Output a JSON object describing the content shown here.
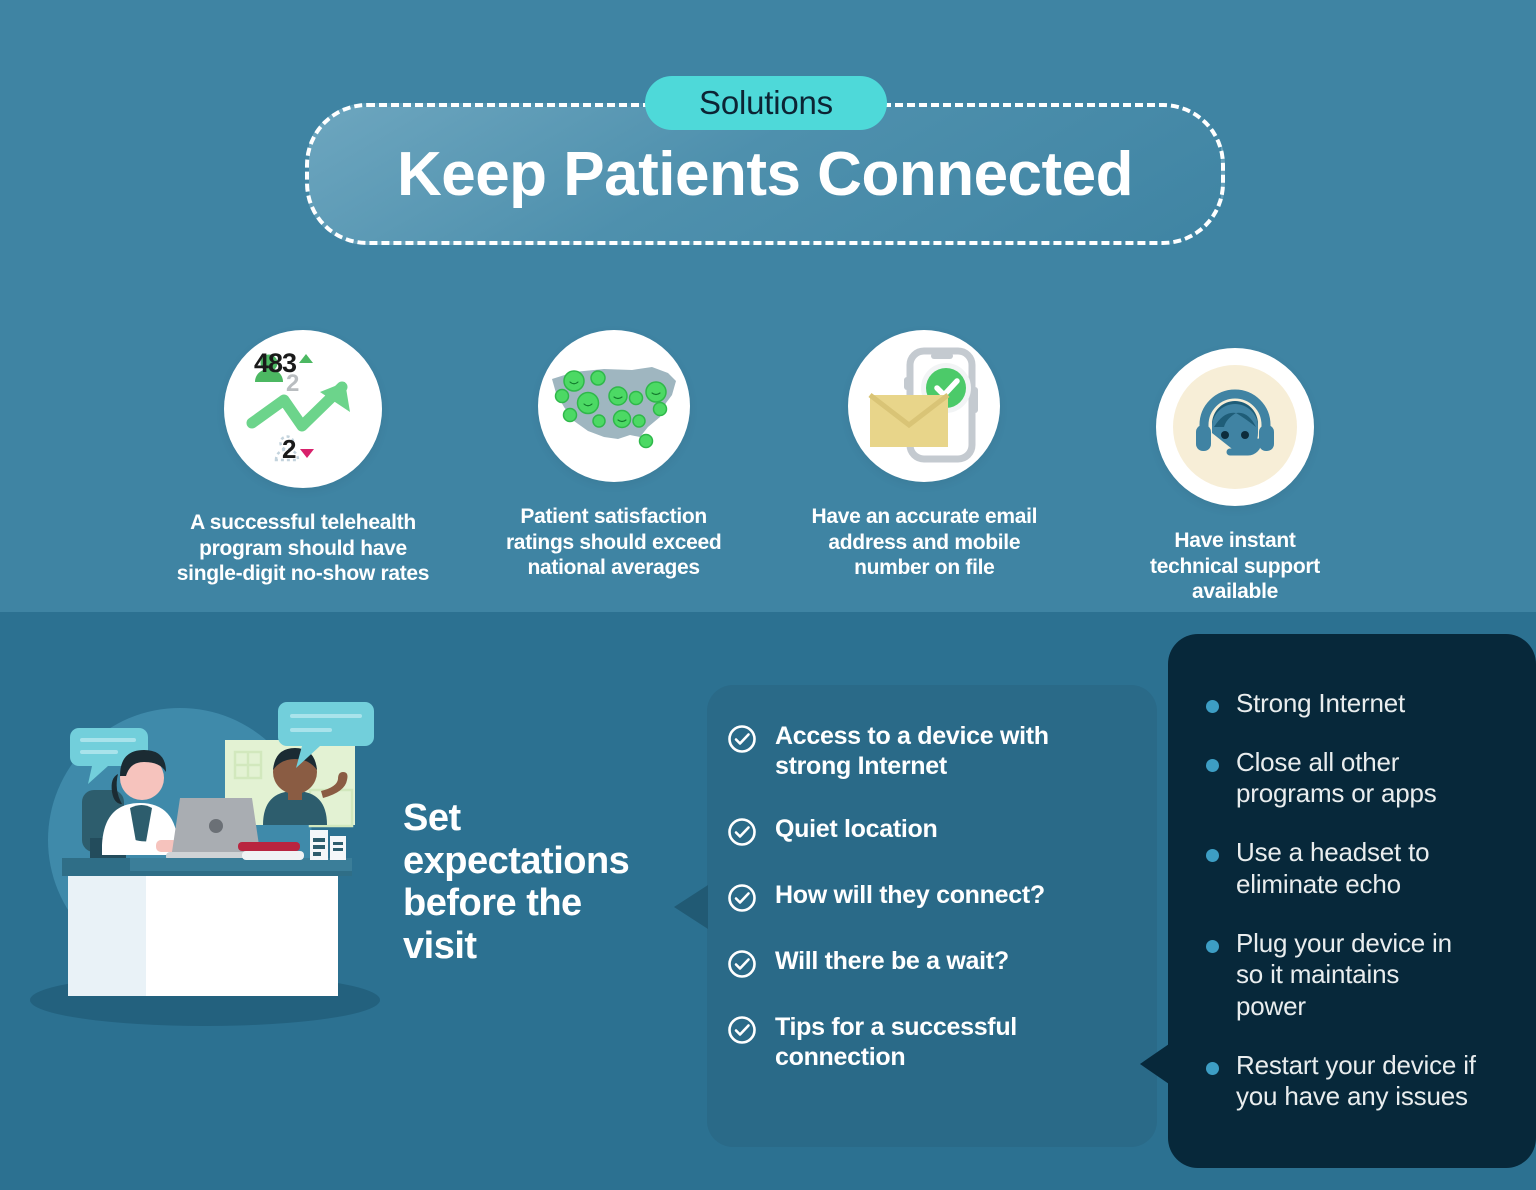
{
  "colors": {
    "top_bg": "#3f84a3",
    "bottom_bg": "#2c7191",
    "badge": "#4ed9d9",
    "checklist_panel": "#2a6a88",
    "tips_panel": "#07283a",
    "tip_bullet": "#3d9ec4",
    "accent_green": "#4cb862",
    "accent_magenta": "#d8216b",
    "envelope_yellow": "#e8d58a",
    "support_cream": "#f7eed7"
  },
  "header": {
    "badge_label": "Solutions",
    "title": "Keep Patients Connected"
  },
  "features": [
    {
      "icon": "analytics-chart-icon",
      "caption": "A successful telehealth\nprogram should have\nsingle-digit no-show rates",
      "stats": {
        "primary_value": "483",
        "primary_trend": "up",
        "secondary_value": "2",
        "tertiary_value": "2",
        "tertiary_trend": "down"
      }
    },
    {
      "icon": "us-map-satisfaction-icon",
      "caption": "Patient satisfaction\nratings should exceed\nnational averages"
    },
    {
      "icon": "email-mobile-verified-icon",
      "caption": "Have an accurate email\naddress and mobile\nnumber on file"
    },
    {
      "icon": "headset-support-icon",
      "caption": "Have instant\ntechnical support\navailable"
    }
  ],
  "bottom": {
    "illustration_name": "telehealth-consultation-illustration",
    "section_heading": "Set\nexpectations\nbefore the\nvisit",
    "checklist": [
      {
        "icon": "check-circle-icon",
        "label": "Access to a device with\nstrong Internet"
      },
      {
        "icon": "check-circle-icon",
        "label": "Quiet location"
      },
      {
        "icon": "check-circle-icon",
        "label": "How will they connect?"
      },
      {
        "icon": "check-circle-icon",
        "label": "Will there be a wait?"
      },
      {
        "icon": "check-circle-icon",
        "label": "Tips for a successful\nconnection"
      }
    ],
    "tips": [
      "Strong Internet",
      "Close all other\nprograms or apps",
      "Use a headset to\neliminate echo",
      "Plug your device in\nso it maintains\npower",
      "Restart your device if\nyou have any issues"
    ]
  }
}
